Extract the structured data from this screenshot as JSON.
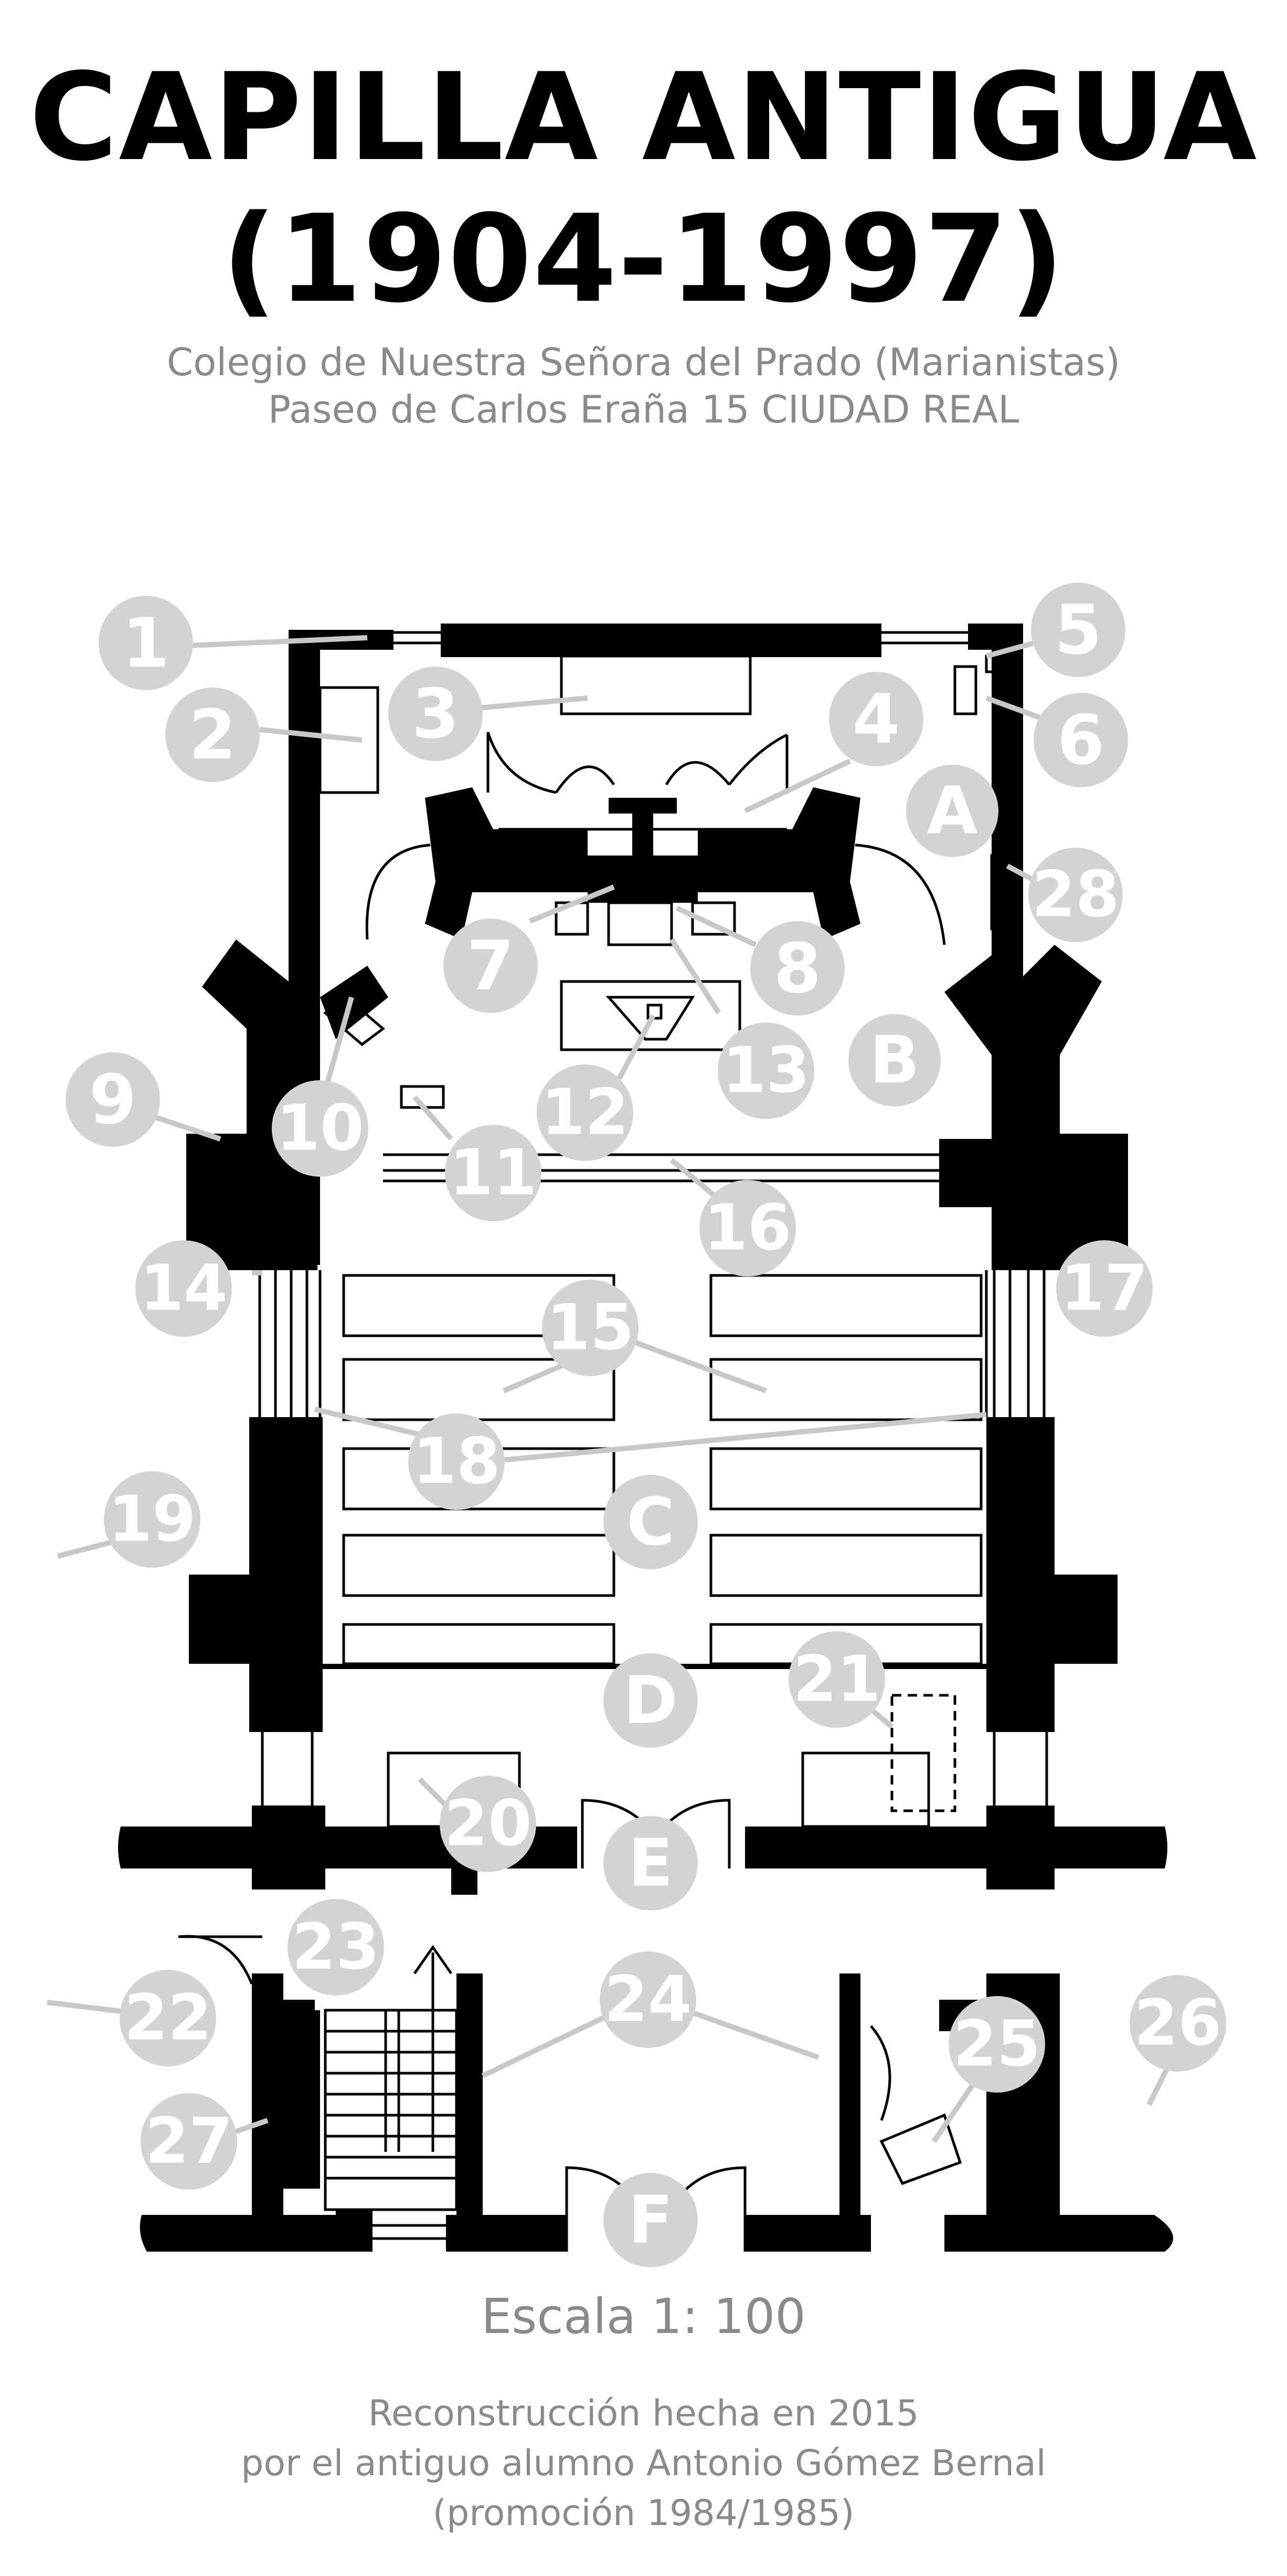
{
  "header": {
    "title_line1": "CAPILLA ANTIGUA",
    "title_line2": "(1904-1997)",
    "subtitle_line1": "Colegio de Nuestra Señora del Prado (Marianistas)",
    "subtitle_line2": "Paseo de Carlos Eraña 15  CIUDAD REAL"
  },
  "footer": {
    "scale": "Escala  1: 100",
    "credit_line1": "Reconstrucción hecha en 2015",
    "credit_line2": "por el antiguo alumno Antonio Gómez Bernal",
    "credit_line3": "(promoción 1984/1985)"
  },
  "markers": {
    "m1": "1",
    "m2": "2",
    "m3": "3",
    "m4": "4",
    "m5": "5",
    "m6": "6",
    "m7": "7",
    "m8": "8",
    "m9": "9",
    "m10": "10",
    "m11": "11",
    "m12": "12",
    "m13": "13",
    "m14": "14",
    "m15": "15",
    "m16": "16",
    "m17": "17",
    "m18": "18",
    "m19": "19",
    "m20": "20",
    "m21": "21",
    "m22": "22",
    "m23": "23",
    "m24": "24",
    "m25": "25",
    "m26": "26",
    "m27": "27",
    "m28": "28",
    "mA": "A",
    "mB": "B",
    "mC": "C",
    "mD": "D",
    "mE": "E",
    "mF": "F"
  },
  "colors": {
    "wall": "#000000",
    "marker": "#d3d3d3",
    "marker_text": "#ffffff",
    "caption": "#8a8a8a"
  }
}
